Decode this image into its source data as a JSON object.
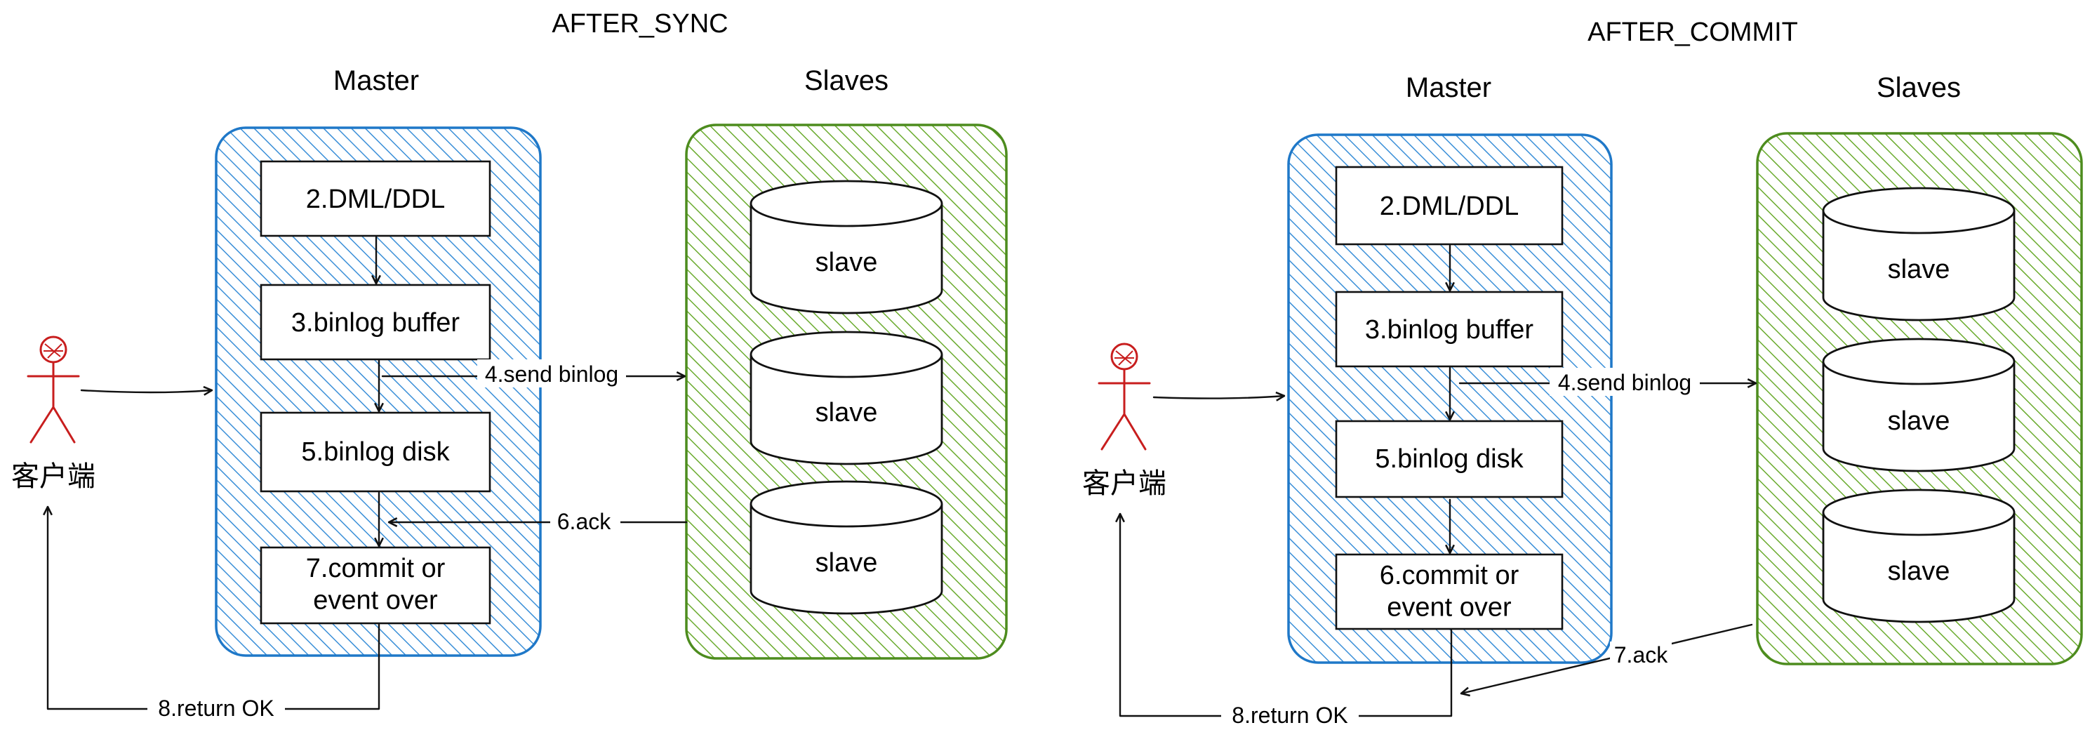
{
  "colors": {
    "master_stroke": "#1f78c8",
    "master_hatch": "#3a8fd8",
    "slaves_stroke": "#4d8c1e",
    "slaves_hatch": "#6aab2e",
    "client_stroke": "#c81e1e",
    "line": "#111111"
  },
  "icons": {
    "client": "stick-figure-icon",
    "slave": "database-cylinder-icon"
  },
  "left": {
    "title": "AFTER_SYNC",
    "master_heading": "Master",
    "slaves_heading": "Slaves",
    "client_label": "客户端",
    "boxes": [
      "2.DML/DDL",
      "3.binlog buffer",
      "5.binlog disk",
      "7.commit or\nevent over"
    ],
    "slaves": [
      "slave",
      "slave",
      "slave"
    ],
    "edges": {
      "send_binlog": "4.send binlog",
      "ack": "6.ack",
      "return": "8.return OK"
    }
  },
  "right": {
    "title": "AFTER_COMMIT",
    "master_heading": "Master",
    "slaves_heading": "Slaves",
    "client_label": "客户端",
    "boxes": [
      "2.DML/DDL",
      "3.binlog buffer",
      "5.binlog disk",
      "6.commit or\nevent over"
    ],
    "slaves": [
      "slave",
      "slave",
      "slave"
    ],
    "edges": {
      "send_binlog": "4.send binlog",
      "ack": "7.ack",
      "return": "8.return OK"
    }
  }
}
